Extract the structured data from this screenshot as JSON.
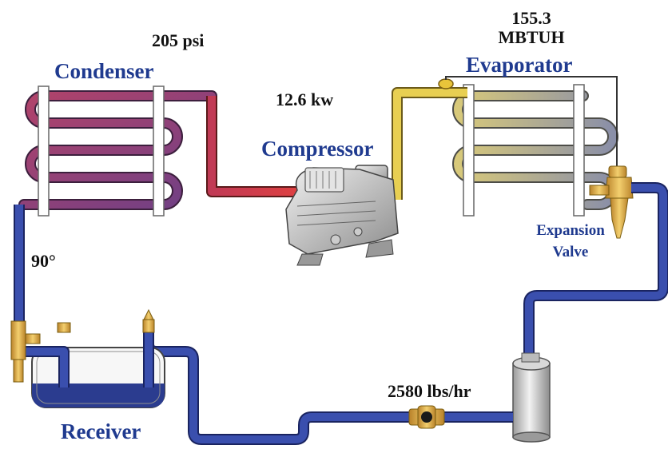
{
  "components": {
    "condenser": "Condenser",
    "compressor": "Compressor",
    "evaporator": "Evaporator",
    "receiver": "Receiver",
    "expansion_valve_line1": "Expansion",
    "expansion_valve_line2": "Valve"
  },
  "readings": {
    "pressure": "205 psi",
    "power": "12.6 kw",
    "capacity_line1": "155.3",
    "capacity_line2": "MBTUH",
    "temperature": "90°",
    "flow": "2580 lbs/hr"
  },
  "colors": {
    "label_blue": "#1f3a8f",
    "liquid_line": "#2d3f96",
    "hot_gas": "#d94040",
    "suction_gas": "#e2c84a",
    "condenser_coil": "#9b3f6a",
    "evaporator_coil": "#b7b49a",
    "brass": "#d9a73c"
  }
}
